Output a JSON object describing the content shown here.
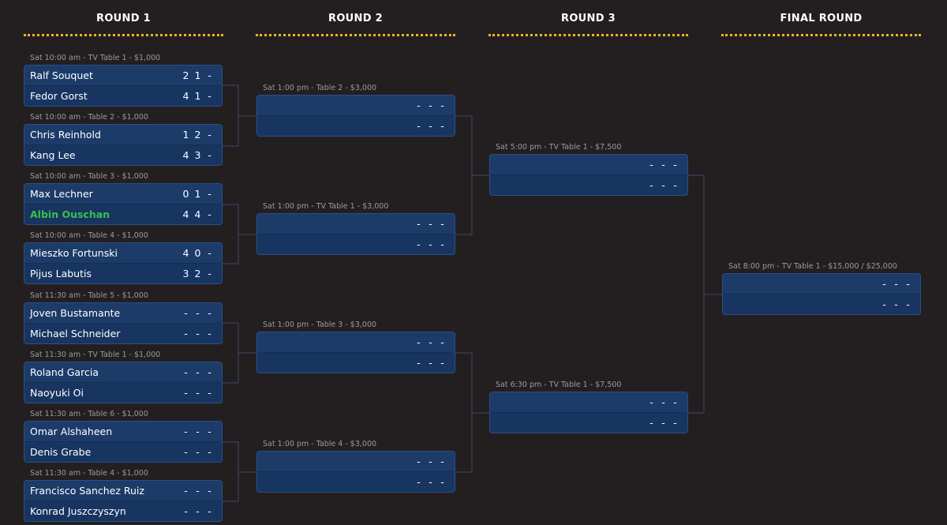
{
  "rounds": [
    {
      "title": "ROUND 1"
    },
    {
      "title": "ROUND 2"
    },
    {
      "title": "ROUND 3"
    },
    {
      "title": "FINAL ROUND"
    }
  ],
  "round1": [
    {
      "meta": "Sat 10:00 am - TV Table 1 - $1,000",
      "p1": {
        "name": "Ralf Souquet",
        "scores": [
          "2",
          "1",
          "-"
        ],
        "winner": false
      },
      "p2": {
        "name": "Fedor Gorst",
        "scores": [
          "4",
          "1",
          "-"
        ],
        "winner": false
      }
    },
    {
      "meta": "Sat 10:00 am - Table 2 - $1,000",
      "p1": {
        "name": "Chris Reinhold",
        "scores": [
          "1",
          "2",
          "-"
        ],
        "winner": false
      },
      "p2": {
        "name": "Kang Lee",
        "scores": [
          "4",
          "3",
          "-"
        ],
        "winner": false
      }
    },
    {
      "meta": "Sat 10:00 am - Table 3 - $1,000",
      "p1": {
        "name": "Max Lechner",
        "scores": [
          "0",
          "1",
          "-"
        ],
        "winner": false
      },
      "p2": {
        "name": "Albin Ouschan",
        "scores": [
          "4",
          "4",
          "-"
        ],
        "winner": true
      }
    },
    {
      "meta": "Sat 10:00 am - Table 4 - $1,000",
      "p1": {
        "name": "Mieszko Fortunski",
        "scores": [
          "4",
          "0",
          "-"
        ],
        "winner": false
      },
      "p2": {
        "name": "Pijus Labutis",
        "scores": [
          "3",
          "2",
          "-"
        ],
        "winner": false
      }
    },
    {
      "meta": "Sat 11:30 am - Table 5 - $1,000",
      "p1": {
        "name": "Joven Bustamante",
        "scores": [
          "-",
          "-",
          "-"
        ],
        "winner": false
      },
      "p2": {
        "name": "Michael Schneider",
        "scores": [
          "-",
          "-",
          "-"
        ],
        "winner": false
      }
    },
    {
      "meta": "Sat 11:30 am - TV Table 1 - $1,000",
      "p1": {
        "name": "Roland Garcia",
        "scores": [
          "-",
          "-",
          "-"
        ],
        "winner": false
      },
      "p2": {
        "name": "Naoyuki Oi",
        "scores": [
          "-",
          "-",
          "-"
        ],
        "winner": false
      }
    },
    {
      "meta": "Sat 11:30 am - Table 6 - $1,000",
      "p1": {
        "name": "Omar Alshaheen",
        "scores": [
          "-",
          "-",
          "-"
        ],
        "winner": false
      },
      "p2": {
        "name": "Denis Grabe",
        "scores": [
          "-",
          "-",
          "-"
        ],
        "winner": false
      }
    },
    {
      "meta": "Sat 11:30 am - Table 4 - $1,000",
      "p1": {
        "name": "Francisco Sanchez Ruiz",
        "scores": [
          "-",
          "-",
          "-"
        ],
        "winner": false
      },
      "p2": {
        "name": "Konrad Juszczyszyn",
        "scores": [
          "-",
          "-",
          "-"
        ],
        "winner": false
      }
    }
  ],
  "round2": [
    {
      "meta": "Sat 1:00 pm - Table 2 - $3,000",
      "p1": {
        "name": "",
        "scores": [
          "-",
          "-",
          "-"
        ],
        "winner": false
      },
      "p2": {
        "name": "",
        "scores": [
          "-",
          "-",
          "-"
        ],
        "winner": false
      }
    },
    {
      "meta": "Sat 1:00 pm - TV Table 1 - $3,000",
      "p1": {
        "name": "",
        "scores": [
          "-",
          "-",
          "-"
        ],
        "winner": false
      },
      "p2": {
        "name": "",
        "scores": [
          "-",
          "-",
          "-"
        ],
        "winner": false
      }
    },
    {
      "meta": "Sat 1:00 pm - Table 3 - $3,000",
      "p1": {
        "name": "",
        "scores": [
          "-",
          "-",
          "-"
        ],
        "winner": false
      },
      "p2": {
        "name": "",
        "scores": [
          "-",
          "-",
          "-"
        ],
        "winner": false
      }
    },
    {
      "meta": "Sat 1:00 pm - Table 4 - $3,000",
      "p1": {
        "name": "",
        "scores": [
          "-",
          "-",
          "-"
        ],
        "winner": false
      },
      "p2": {
        "name": "",
        "scores": [
          "-",
          "-",
          "-"
        ],
        "winner": false
      }
    }
  ],
  "round3": [
    {
      "meta": "Sat 5:00 pm - TV Table 1 - $7,500",
      "p1": {
        "name": "",
        "scores": [
          "-",
          "-",
          "-"
        ],
        "winner": false
      },
      "p2": {
        "name": "",
        "scores": [
          "-",
          "-",
          "-"
        ],
        "winner": false
      }
    },
    {
      "meta": "Sat 6:30 pm - TV Table 1 - $7,500",
      "p1": {
        "name": "",
        "scores": [
          "-",
          "-",
          "-"
        ],
        "winner": false
      },
      "p2": {
        "name": "",
        "scores": [
          "-",
          "-",
          "-"
        ],
        "winner": false
      }
    }
  ],
  "final": [
    {
      "meta": "Sat 8:00 pm - TV Table 1 - $15,000 / $25,000",
      "p1": {
        "name": "",
        "scores": [
          "-",
          "-",
          "-"
        ],
        "winner": false
      },
      "p2": {
        "name": "",
        "scores": [
          "-",
          "-",
          "-"
        ],
        "winner": false
      }
    }
  ],
  "colors": {
    "background": "#231f20",
    "card": "#1a3966",
    "accent_dots": "#f2b51c",
    "winner": "#37c24d",
    "meta_text": "#9a9a9a",
    "connector": "#3b4a66"
  }
}
